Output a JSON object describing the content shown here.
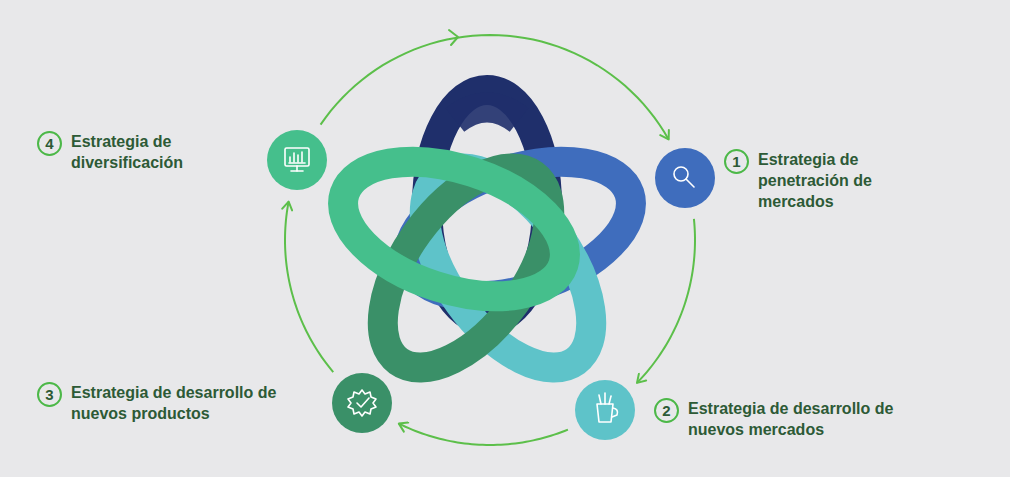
{
  "diagram": {
    "nodes": [
      {
        "text": [
          "1",
          "Estrategia de penetración de mercados"
        ]
      },
      {
        "text": [
          "2",
          "Estrategia de desarrollo de nuevos mercados"
        ]
      },
      {
        "text": [
          "3",
          "Estrategia de desarrollo de nuevos productos"
        ]
      },
      {
        "text": [
          "4",
          "Estrategia de diversificación"
        ]
      }
    ],
    "edges": [
      {
        "from": 0,
        "to": 1,
        "arrow": "to"
      },
      {
        "from": 1,
        "to": 2,
        "arrow": "to"
      },
      {
        "from": 2,
        "to": 3,
        "arrow": "to"
      },
      {
        "from": 3,
        "to": 0,
        "arrow": "to"
      }
    ]
  }
}
